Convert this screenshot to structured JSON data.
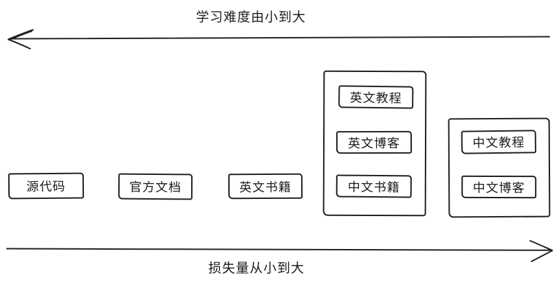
{
  "diagram": {
    "top_axis": {
      "label": "学习难度由小到大",
      "direction": "left"
    },
    "bottom_axis": {
      "label": "损失量从小到大",
      "direction": "right"
    },
    "standalone_boxes": [
      {
        "label": "源代码"
      },
      {
        "label": "官方文档"
      },
      {
        "label": "英文书籍"
      }
    ],
    "groups": [
      {
        "items": [
          {
            "label": "英文教程"
          },
          {
            "label": "英文博客"
          },
          {
            "label": "中文书籍"
          }
        ]
      },
      {
        "items": [
          {
            "label": "中文教程"
          },
          {
            "label": "中文博客"
          }
        ]
      }
    ],
    "colors": {
      "ink": "#1f1f1f",
      "background": "#ffffff"
    }
  }
}
